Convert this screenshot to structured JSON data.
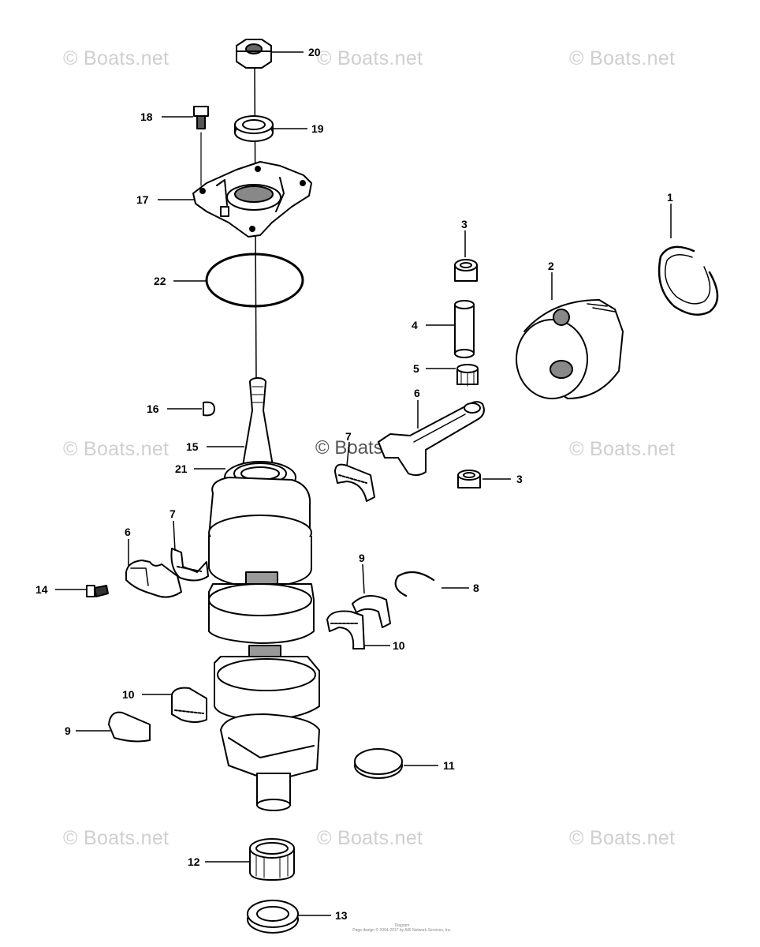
{
  "watermarks": {
    "text": "© Boats.net",
    "center_text": "© Boats.net"
  },
  "callouts": {
    "c1": "1",
    "c2": "2",
    "c3a": "3",
    "c3b": "3",
    "c4": "4",
    "c5": "5",
    "c6a": "6",
    "c6b": "6",
    "c7a": "7",
    "c7b": "7",
    "c8": "8",
    "c9a": "9",
    "c9b": "9",
    "c10a": "10",
    "c10b": "10",
    "c11": "11",
    "c12": "12",
    "c13": "13",
    "c14": "14",
    "c15": "15",
    "c16": "16",
    "c17": "17",
    "c18": "18",
    "c19": "19",
    "c20": "20",
    "c21": "21",
    "c22": "22"
  },
  "footer": {
    "line1": "Diagram",
    "line2": "Page design © 2004-2017 by ARI Network Services, Inc."
  }
}
